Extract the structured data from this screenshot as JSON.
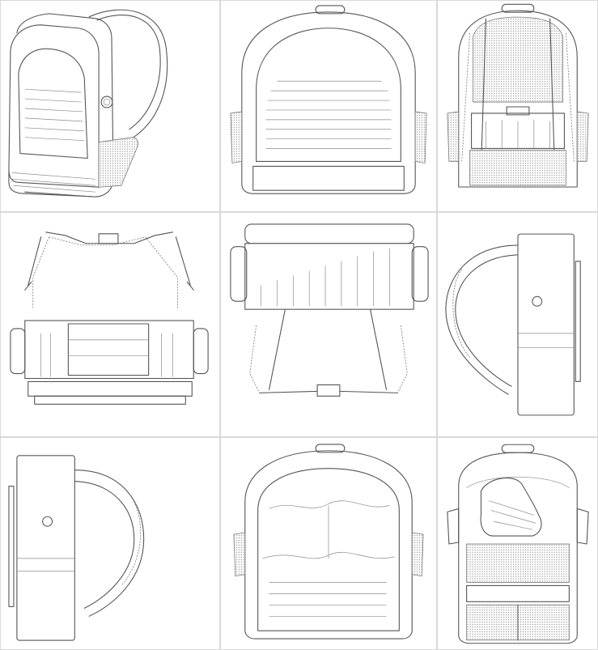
{
  "figure": {
    "views": [
      {
        "id": "fig1",
        "view": "perspective-front"
      },
      {
        "id": "fig2",
        "view": "front"
      },
      {
        "id": "fig3",
        "view": "rear"
      },
      {
        "id": "fig4",
        "view": "top"
      },
      {
        "id": "fig5",
        "view": "bottom"
      },
      {
        "id": "fig6",
        "view": "right-side"
      },
      {
        "id": "fig7",
        "view": "left-side"
      },
      {
        "id": "fig8",
        "view": "front-open"
      },
      {
        "id": "fig9",
        "view": "interior-with-shoe"
      }
    ],
    "line_color": "#555555",
    "border_color": "#d9d9d9",
    "background": "#ffffff"
  }
}
